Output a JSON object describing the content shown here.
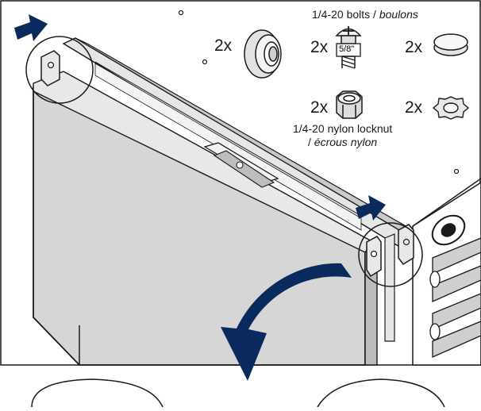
{
  "hardware": {
    "bolts_caption": {
      "main": "1/4-20 bolts / ",
      "italic": "boulons"
    },
    "locknut_caption": {
      "line1": "1/4-20 nylon locknut",
      "line2_prefix": "/ ",
      "line2_italic": "écrous nylon"
    },
    "bolt_length": "5/8\"",
    "items": [
      {
        "id": "grommet",
        "qty": "2x"
      },
      {
        "id": "bolt",
        "qty": "2x"
      },
      {
        "id": "plug-cap",
        "qty": "2x"
      },
      {
        "id": "locknut",
        "qty": "2x"
      },
      {
        "id": "star-washer",
        "qty": "2x"
      }
    ]
  },
  "colors": {
    "arrow": "#0a2a5e",
    "line": "#1a1a1a",
    "panel_fill": "#d9d9d9",
    "panel_dark": "#b9b9b9",
    "background": "#ffffff"
  },
  "icons": [
    "push-arrow-icon",
    "rotate-down-arrow-icon",
    "detail-circle-icon"
  ]
}
